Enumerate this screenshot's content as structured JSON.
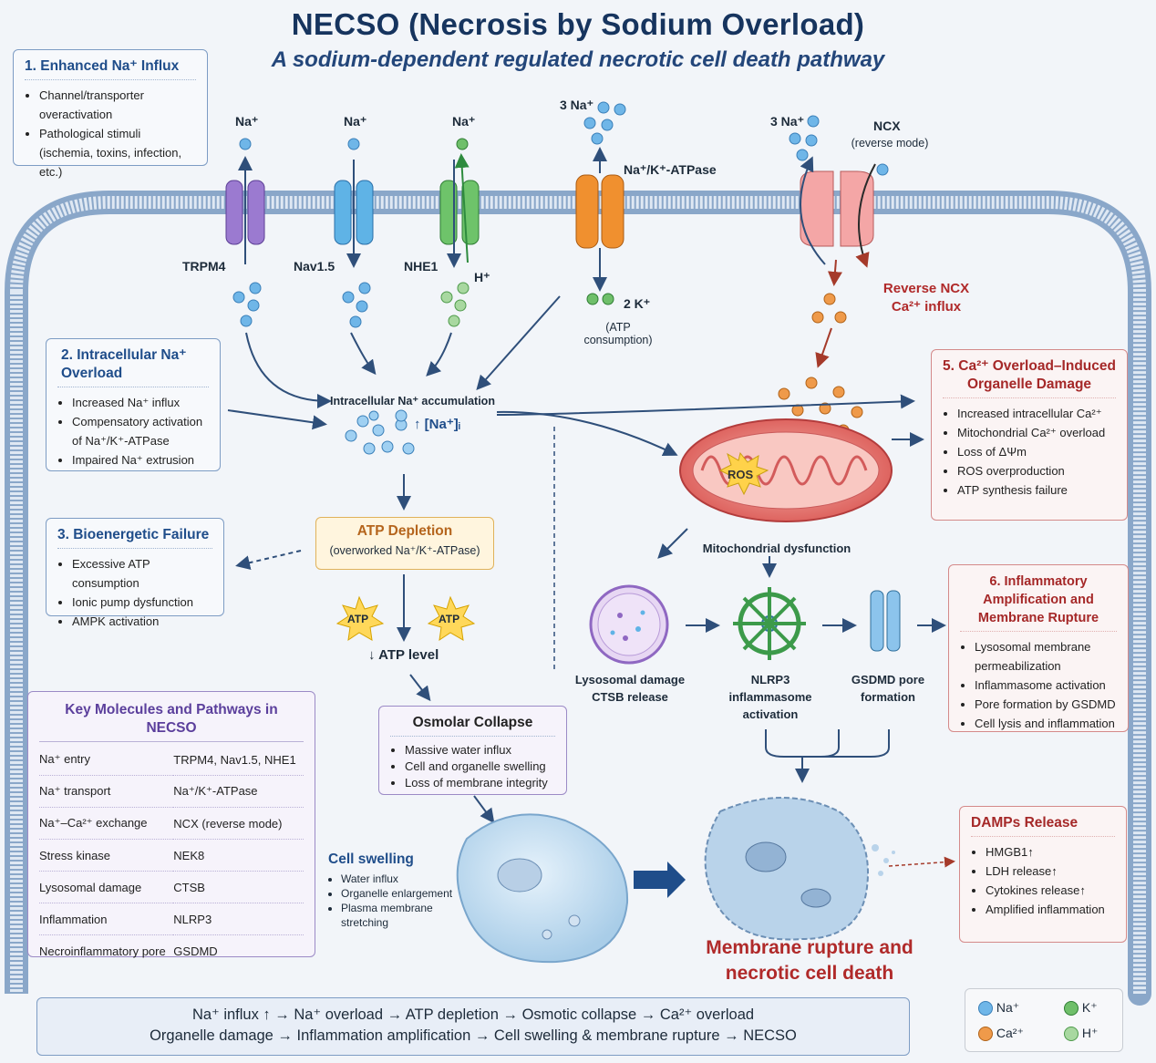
{
  "title": "NECSO (Necrosis by Sodium Overload)",
  "subtitle": "A sodium-dependent regulated necrotic cell death pathway",
  "box1": {
    "title": "1. Enhanced Na⁺ Influx",
    "items": [
      "Channel/transporter overactivation",
      "Pathological stimuli (ischemia, toxins, infection, etc.)"
    ]
  },
  "box2": {
    "title": "2. Intracellular Na⁺ Overload",
    "items": [
      "Increased Na⁺ influx",
      "Compensatory activation of Na⁺/K⁺-ATPase",
      "Impaired Na⁺ extrusion"
    ]
  },
  "box3": {
    "title": "3. Bioenergetic Failure",
    "items": [
      "Excessive ATP consumption",
      "Ionic pump dysfunction",
      "AMPK activation"
    ]
  },
  "box5": {
    "title": "5. Ca²⁺ Overload–Induced Organelle Damage",
    "items": [
      "Increased intracellular Ca²⁺",
      "Mitochondrial Ca²⁺ overload",
      "Loss of ΔΨm",
      "ROS overproduction",
      "ATP synthesis failure"
    ]
  },
  "box6": {
    "title": "6. Inflammatory Amplification and Membrane Rupture",
    "items": [
      "Lysosomal membrane permeabilization",
      "Inflammasome activation",
      "Pore formation by GSDMD",
      "Cell lysis and inflammation"
    ]
  },
  "damps": {
    "title": "DAMPs Release",
    "items": [
      "HMGB1↑",
      "LDH release↑",
      "Cytokines release↑",
      "Amplified inflammation"
    ]
  },
  "osmolar": {
    "title": "Osmolar Collapse",
    "items": [
      "Massive water influx",
      "Cell and organelle swelling",
      "Loss of membrane integrity"
    ]
  },
  "swelling": {
    "title": "Cell swelling",
    "items": [
      "Water influx",
      "Organelle enlargement",
      "Plasma membrane stretching"
    ]
  },
  "atp_depletion": {
    "title": "ATP Depletion",
    "sub": "(overworked Na⁺/K⁺-ATPase)",
    "badge": "ATP",
    "level": "↓ ATP level"
  },
  "channels": {
    "trpm4": {
      "name": "TRPM4",
      "ion": "Na⁺"
    },
    "nav15": {
      "name": "Nav1.5",
      "ion": "Na⁺"
    },
    "nhe1": {
      "name": "NHE1",
      "ion": "Na⁺",
      "counter": "H⁺"
    },
    "nka": {
      "name": "Na⁺/K⁺-ATPase",
      "out": "3 Na⁺",
      "in": "2 K⁺",
      "note": "(ATP consumption)"
    },
    "ncx": {
      "name": "NCX",
      "mode": "(reverse mode)",
      "out": "3 Na⁺",
      "effect": "Reverse NCX Ca²⁺ influx"
    }
  },
  "accumulation": {
    "label": "Intracellular Na⁺ accumulation",
    "value": "↑ [Na⁺]ᵢ"
  },
  "mito": {
    "ros": "ROS",
    "dysfunction": "Mitochondrial dysfunction"
  },
  "organelles": {
    "lysosome": "Lysosomal damage CTSB release",
    "nlrp3": "NLRP3 inflammasome activation",
    "gsdmd": "GSDMD pore formation"
  },
  "death": "Membrane rupture and necrotic cell death",
  "key_molecules": {
    "title": "Key Molecules and Pathways in NECSO",
    "rows": [
      [
        "Na⁺ entry",
        "TRPM4, Nav1.5, NHE1"
      ],
      [
        "Na⁺ transport",
        "Na⁺/K⁺-ATPase"
      ],
      [
        "Na⁺–Ca²⁺ exchange",
        "NCX (reverse mode)"
      ],
      [
        "Stress kinase",
        "NEK8"
      ],
      [
        "Lysosomal damage",
        "CTSB"
      ],
      [
        "Inflammation",
        "NLRP3"
      ],
      [
        "Necroinflammatory pore",
        "GSDMD"
      ]
    ]
  },
  "summary": {
    "line1": "Na⁺ influx ↑ → Na⁺ overload → ATP depletion → Osmotic collapse → Ca²⁺ overload",
    "line2": "Organelle damage → Inflammation amplification → Cell swelling & membrane rupture → NECSO"
  },
  "legend": {
    "na": "Na⁺",
    "k": "K⁺",
    "ca": "Ca²⁺",
    "h": "H⁺"
  },
  "colors": {
    "na": "#6fb6e8",
    "k": "#6fbf6a",
    "ca": "#ef9a4a",
    "h": "#a8d8a0",
    "membrane": "#8aa7c9"
  }
}
